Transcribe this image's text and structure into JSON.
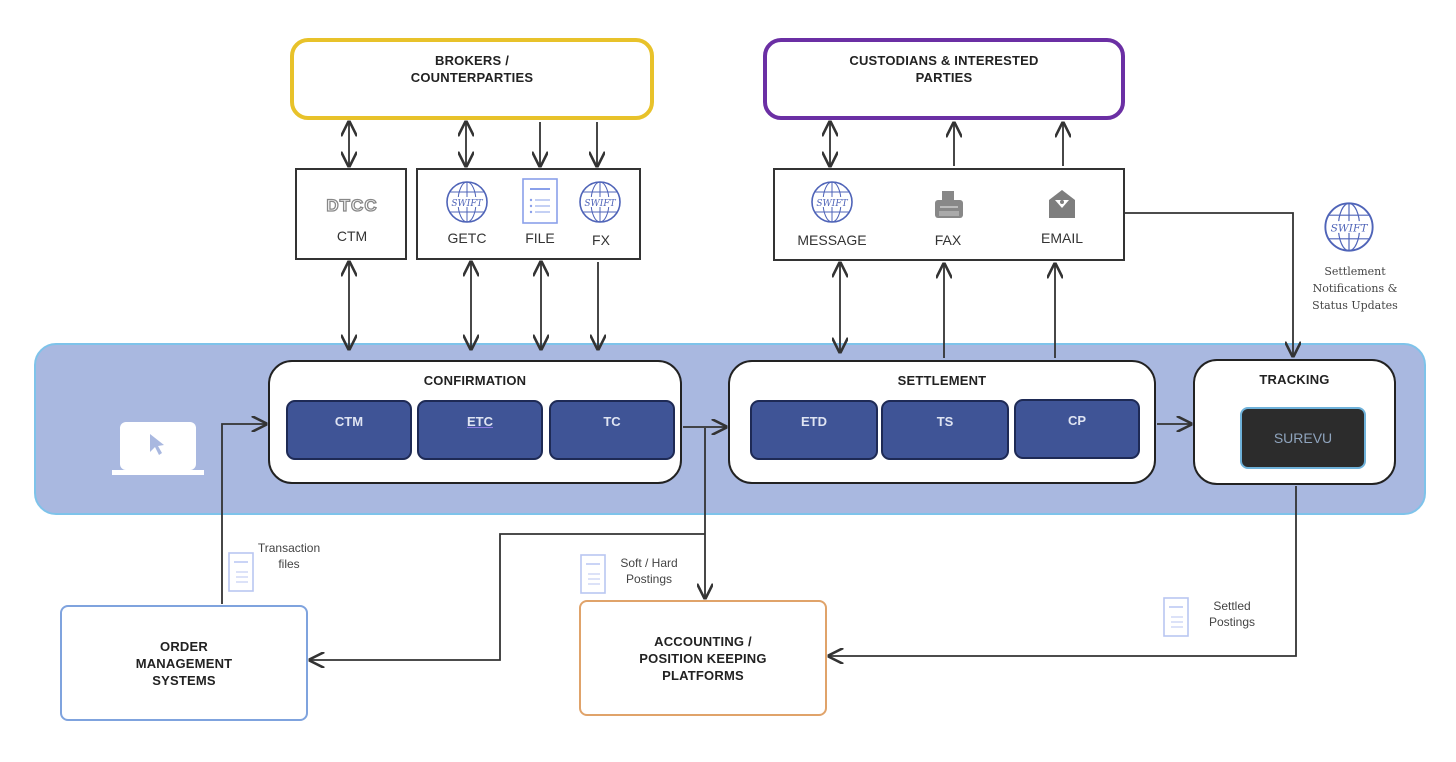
{
  "diagram": {
    "parties": {
      "brokers": {
        "title_line1": "BROKERS /",
        "title_line2": "COUNTERPARTIES",
        "border_color": "#e8c22a"
      },
      "custodians": {
        "title_line1": "CUSTODIANS & INTERESTED",
        "title_line2": "PARTIES",
        "border_color": "#6b2fa4"
      }
    },
    "broker_channels": {
      "dtcc": {
        "logo": "DTCC",
        "label": "CTM",
        "icon": "dtcc-logo-icon"
      },
      "getc": {
        "label": "GETC",
        "icon": "swift-globe-icon"
      },
      "file": {
        "label": "FILE",
        "icon": "document-icon"
      },
      "fx": {
        "label": "FX",
        "icon": "swift-globe-icon"
      }
    },
    "custodian_channels": {
      "message": {
        "label": "MESSAGE",
        "icon": "swift-globe-icon"
      },
      "fax": {
        "label": "FAX",
        "icon": "fax-icon"
      },
      "email": {
        "label": "EMAIL",
        "icon": "email-icon"
      }
    },
    "swift_notifications": {
      "icon": "swift-globe-icon",
      "line1": "Settlement",
      "line2": "Notifications &",
      "line3": "Status Updates"
    },
    "platform": {
      "icon": "laptop-cursor-icon",
      "band_color": "#a9b8e0",
      "stages": {
        "confirmation": {
          "title": "CONFIRMATION",
          "modules": [
            "CTM",
            "ETC",
            "TC"
          ]
        },
        "settlement": {
          "title": "SETTLEMENT",
          "modules": [
            "ETD",
            "TS",
            "CP"
          ]
        },
        "tracking": {
          "title": "TRACKING",
          "modules": [
            "SUREVU"
          ]
        }
      },
      "module_color": "#3f5496"
    },
    "systems": {
      "oms": {
        "line1": "ORDER",
        "line2": "MANAGEMENT",
        "line3": "SYSTEMS",
        "border_color": "#7fa3de"
      },
      "accounting": {
        "line1": "ACCOUNTING /",
        "line2": "POSITION KEEPING",
        "line3": "PLATFORMS",
        "border_color": "#e0a36a"
      }
    },
    "flow_labels": {
      "transaction_files": {
        "line1": "Transaction",
        "line2": "files",
        "icon": "document-icon"
      },
      "soft_hard_postings": {
        "line1": "Soft / Hard",
        "line2": "Postings",
        "icon": "document-icon"
      },
      "settled_postings": {
        "line1": "Settled",
        "line2": "Postings",
        "icon": "document-icon"
      }
    }
  }
}
